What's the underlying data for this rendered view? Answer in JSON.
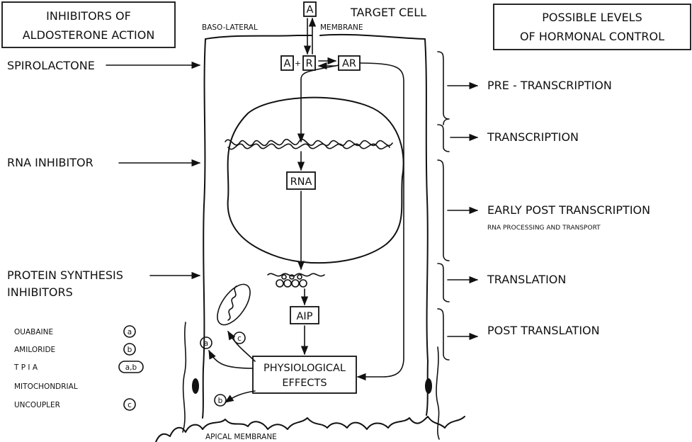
{
  "diagram": {
    "inhibitors_title": [
      "INHIBITORS OF",
      "ALDOSTERONE ACTION"
    ],
    "levels_title": [
      "POSSIBLE LEVELS",
      "OF HORMONAL CONTROL"
    ],
    "target_cell": "TARGET CELL",
    "baso_lateral": "BASO-LATERAL",
    "membrane": "MEMBRANE",
    "apical_membrane": "APICAL MEMBRANE",
    "cell_nodes": {
      "a_top": "A",
      "a": "A",
      "r": "R",
      "ar": "AR",
      "rna": "RNA",
      "aip": "AIP",
      "physiological_effects": [
        "PHYSIOLOGICAL",
        "EFFECTS"
      ]
    },
    "inhibitors": {
      "spirolactone": "SPIROLACTONE",
      "rna_inhibitor": "RNA  INHIBITOR",
      "protein_synthesis": [
        "PROTEIN SYNTHESIS",
        "INHIBITORS"
      ]
    },
    "drug_legend": [
      {
        "name": "OUABAINE",
        "site": "a"
      },
      {
        "name": "AMILORIDE",
        "site": "b"
      },
      {
        "name": "T P I A",
        "site": "a,b"
      },
      {
        "name": "MITOCHONDRIAL",
        "site": ""
      },
      {
        "name": "UNCOUPLER",
        "site": "c"
      }
    ],
    "site_marks": {
      "a": "a",
      "b": "b",
      "c": "c"
    },
    "levels": [
      {
        "label": "PRE - TRANSCRIPTION",
        "sub": ""
      },
      {
        "label": "TRANSCRIPTION",
        "sub": ""
      },
      {
        "label": "EARLY POST TRANSCRIPTION",
        "sub": "RNA PROCESSING AND TRANSPORT"
      },
      {
        "label": "TRANSLATION",
        "sub": ""
      },
      {
        "label": "POST TRANSLATION",
        "sub": ""
      }
    ]
  }
}
